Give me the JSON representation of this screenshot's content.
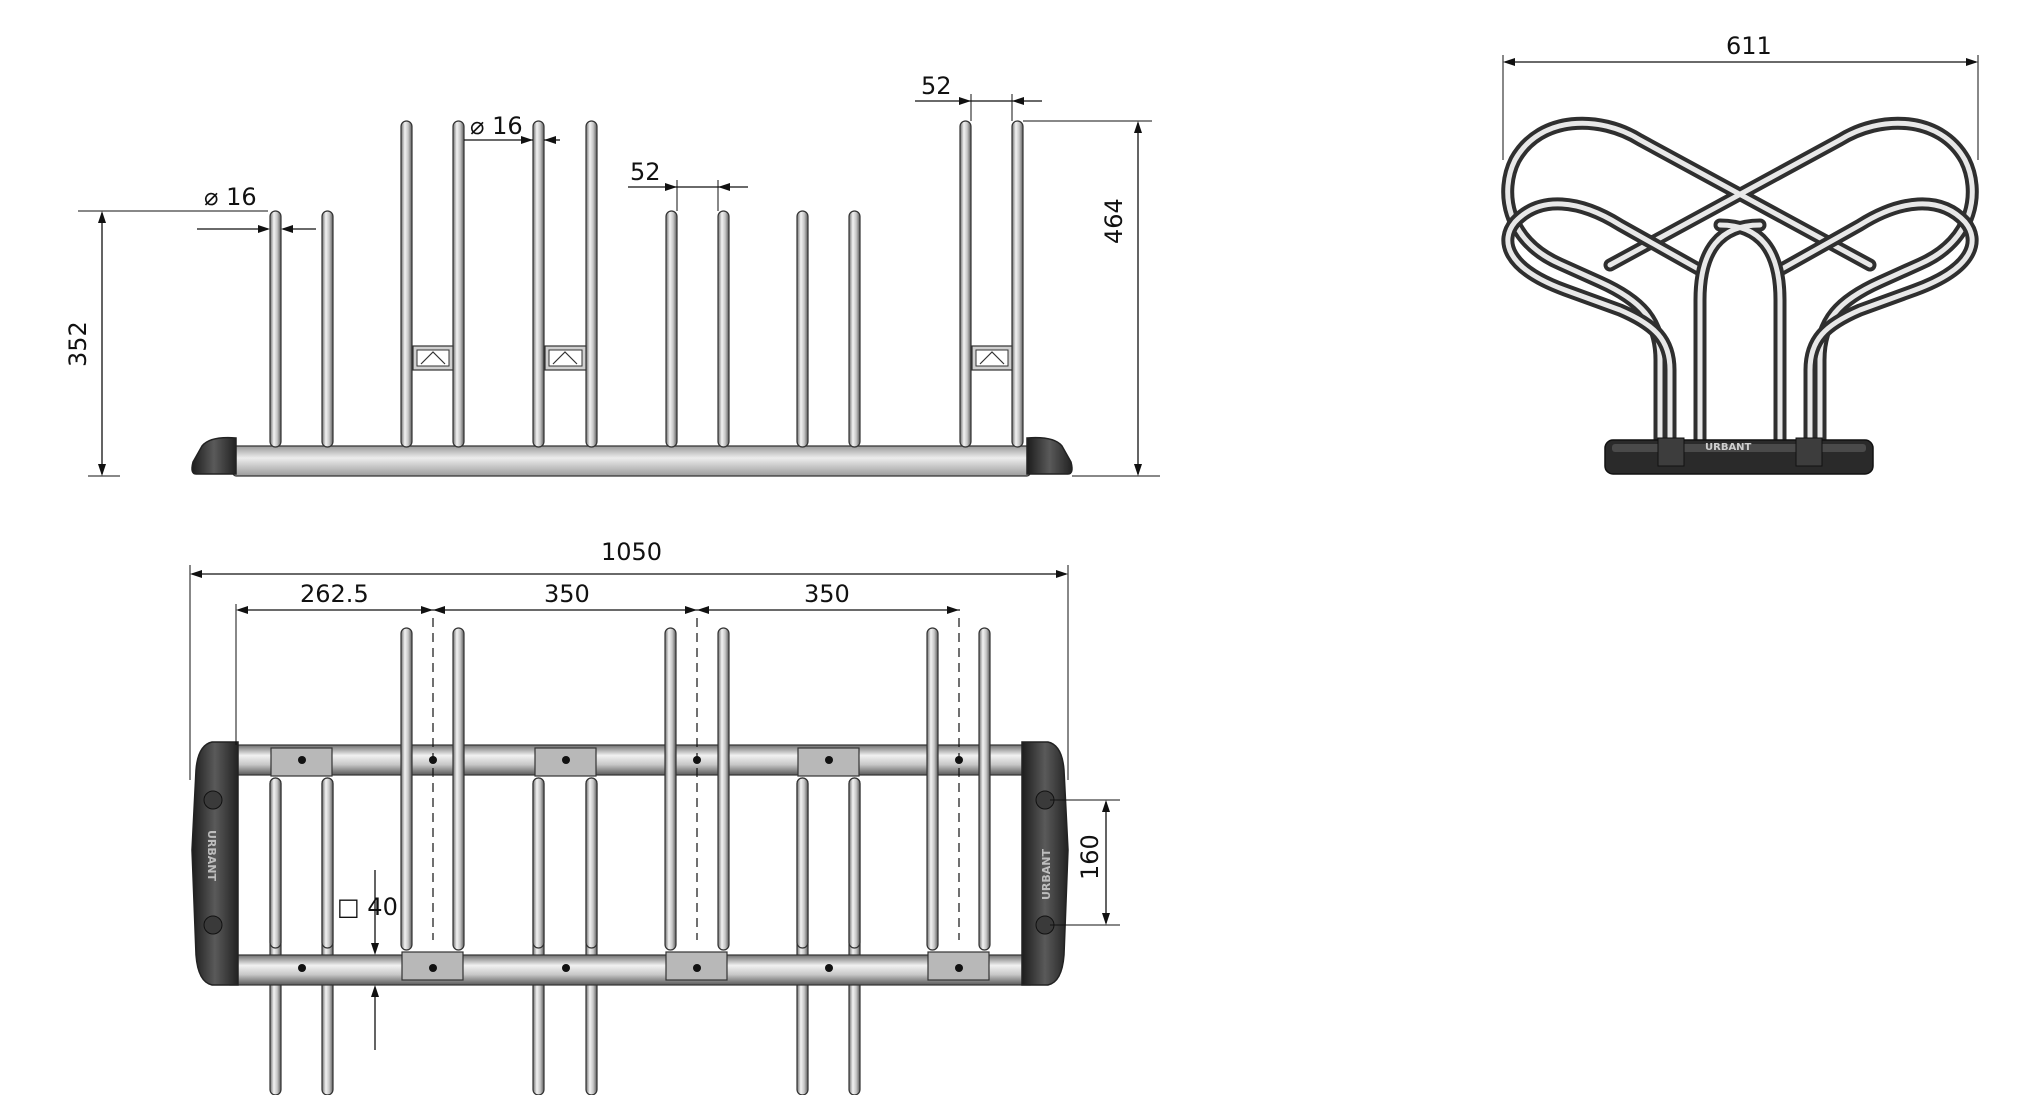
{
  "drawing": {
    "front_view": {
      "dim_tube_diameter_left": "⌀ 16",
      "dim_tube_diameter_mid": "⌀ 16",
      "dim_spacing_mid": "52",
      "dim_spacing_right": "52",
      "dim_height_low": "352",
      "dim_height_high": "464"
    },
    "side_view": {
      "dim_width": "611",
      "base_logo": "URBANT"
    },
    "top_view": {
      "dim_overall_length": "1050",
      "dim_first_offset": "262.5",
      "dim_pitch_1": "350",
      "dim_pitch_2": "350",
      "dim_tube_section": "□ 40",
      "dim_rail_spacing": "160",
      "endcap_logo_left": "URBANT",
      "endcap_logo_right": "URBANT"
    }
  }
}
